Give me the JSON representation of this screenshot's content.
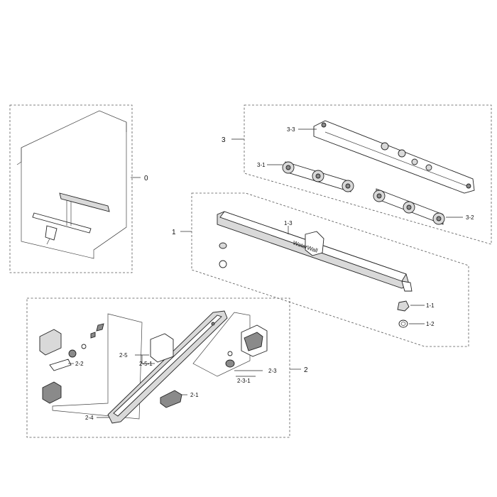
{
  "callouts": {
    "c0": "0",
    "c1": "1",
    "c1_1": "1-1",
    "c1_2": "1-2",
    "c1_3": "1-3",
    "c2": "2",
    "c2_1": "2-1",
    "c2_2": "2-2",
    "c2_3": "2-3",
    "c2_3_1": "2-3-1",
    "c2_4": "2-4",
    "c2_5": "2-5",
    "c2_5_1": "2-5-1",
    "c3": "3",
    "c3_1": "3-1",
    "c3_2": "3-2",
    "c3_3": "3-3"
  },
  "part_text": {
    "spray_arm_logo": "WaterWall"
  }
}
